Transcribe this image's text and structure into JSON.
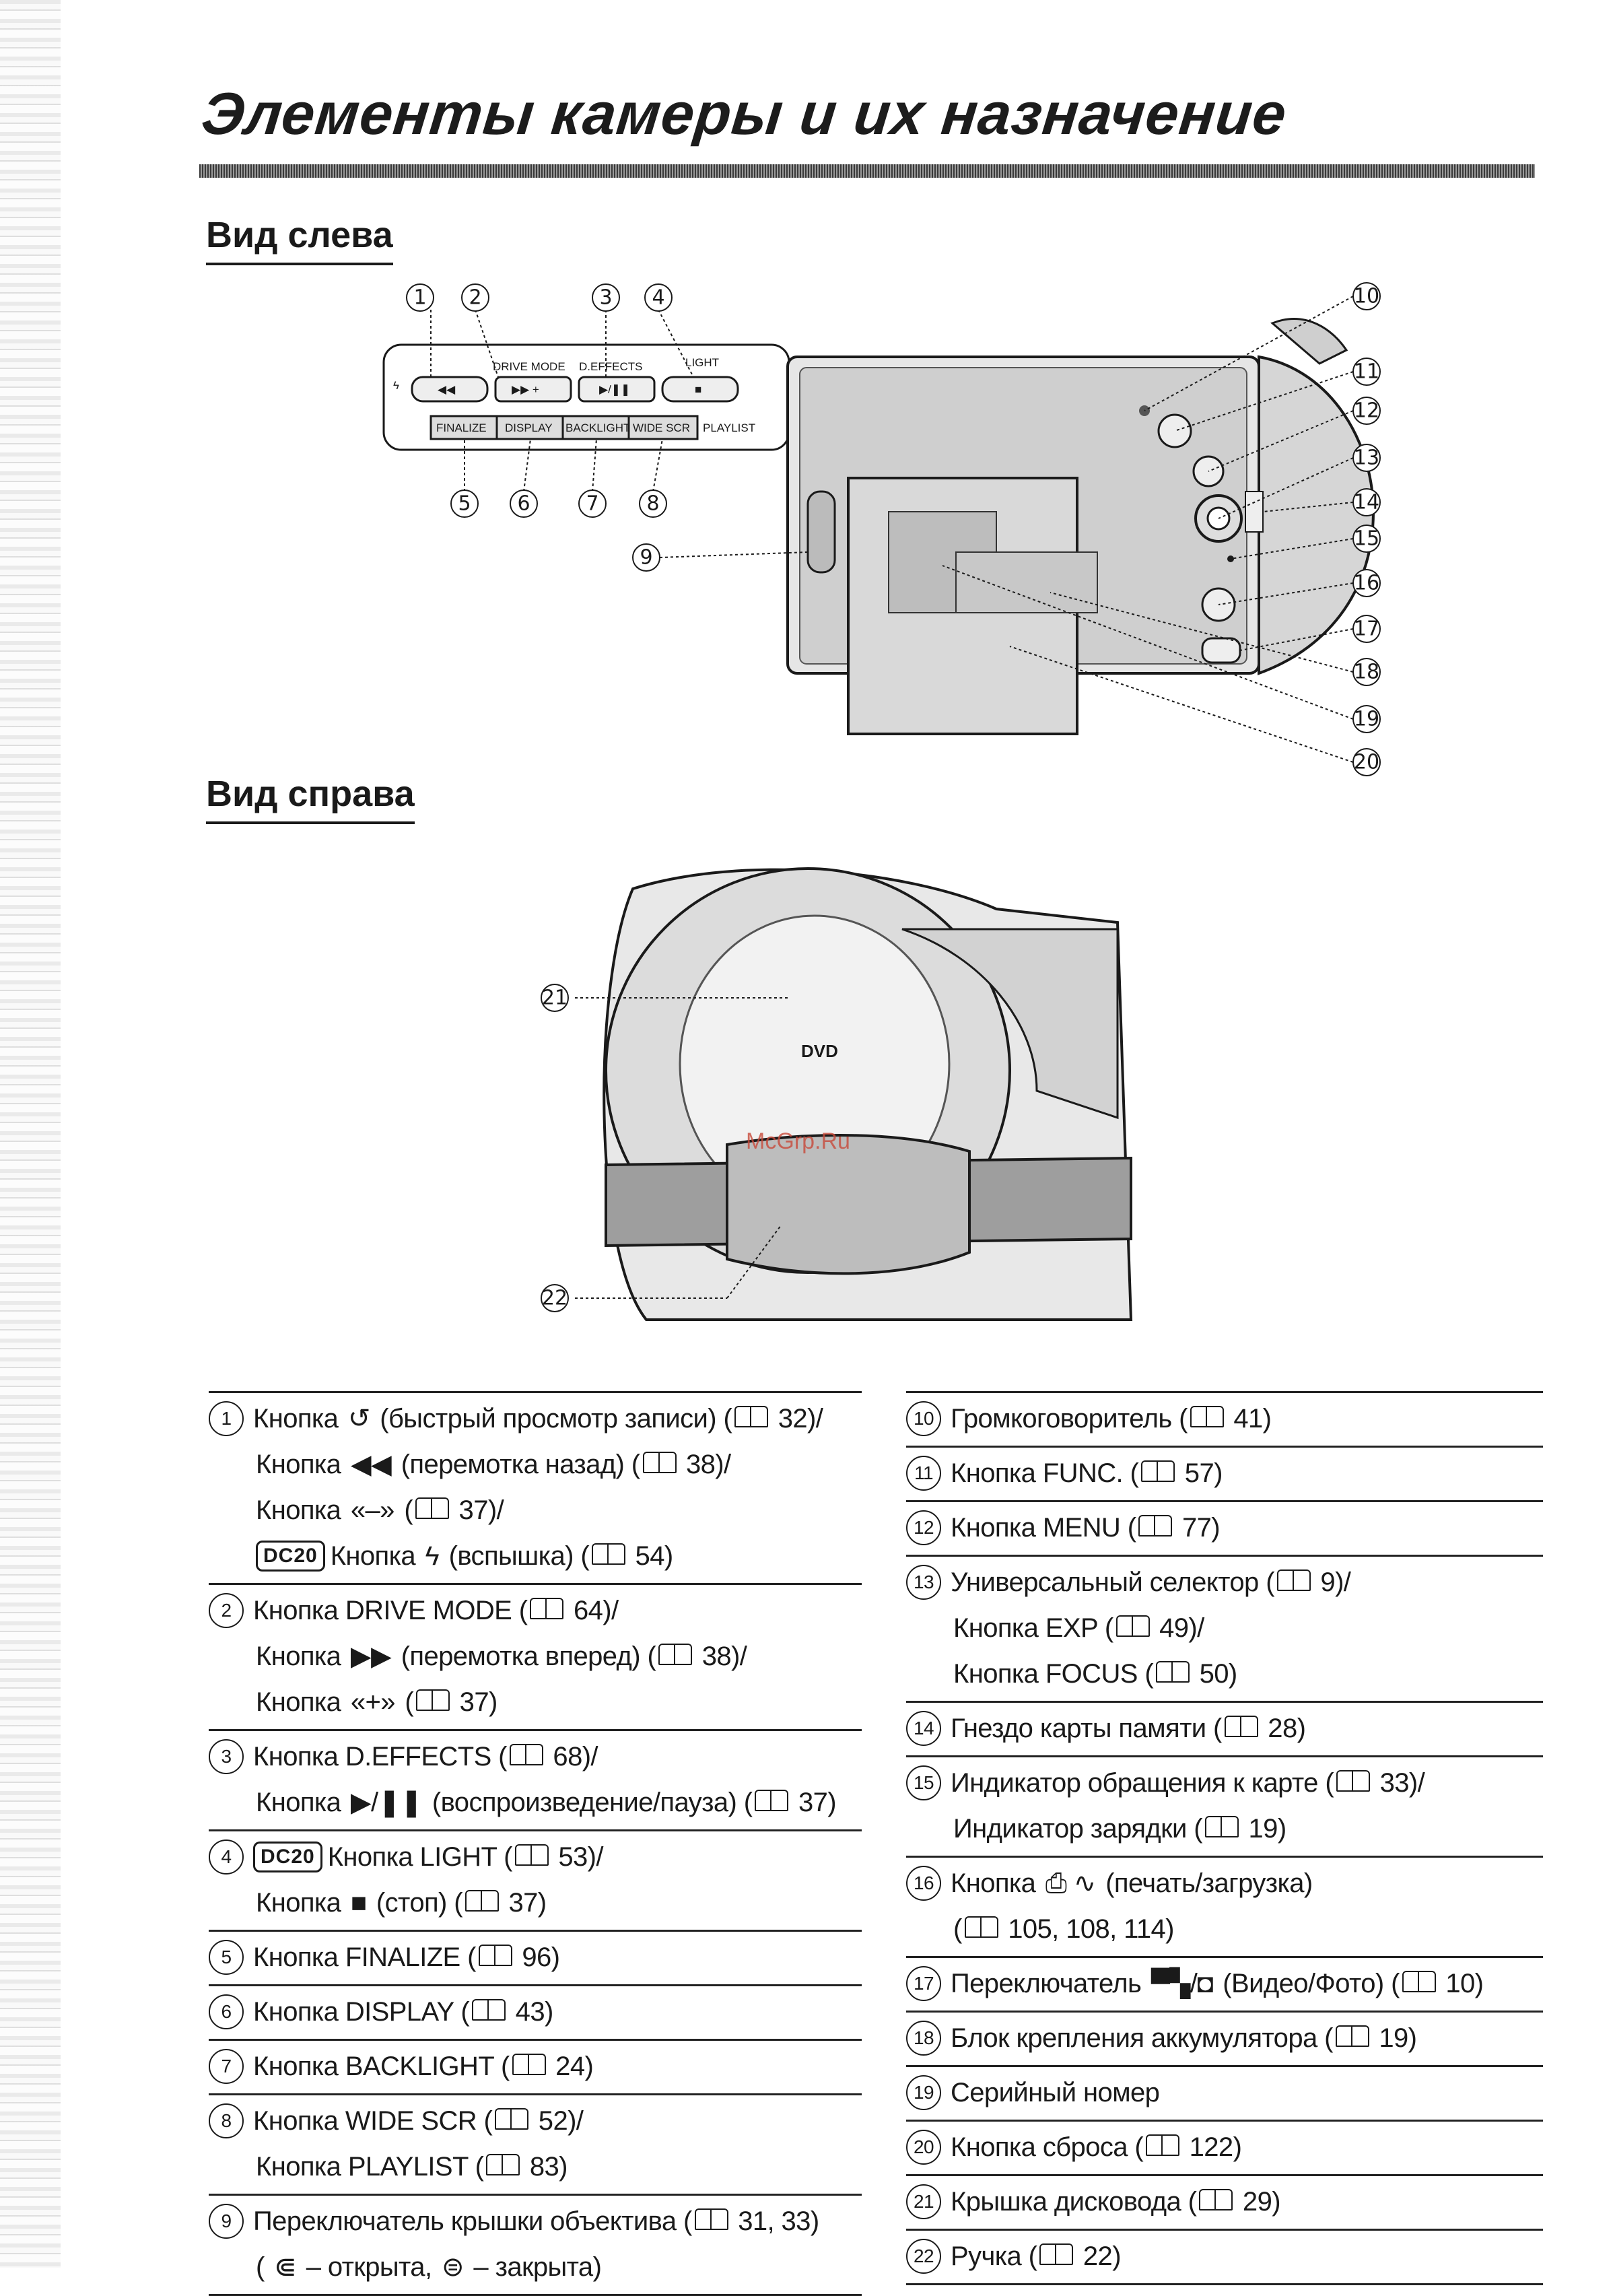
{
  "page": {
    "title": "Элементы камеры и их назначение",
    "watermark": "McGrp.Ru"
  },
  "sections": {
    "left_view": "Вид слева",
    "right_view": "Вид справа"
  },
  "diagram_left": {
    "callouts": [
      "1",
      "2",
      "3",
      "4",
      "5",
      "6",
      "7",
      "8",
      "9",
      "10",
      "11",
      "12",
      "13",
      "14",
      "15",
      "16",
      "17",
      "18",
      "19",
      "20"
    ],
    "panel_labels": {
      "drive_mode": "DRIVE MODE",
      "d_effects": "D.EFFECTS",
      "light": "LIGHT",
      "finalize": "FINALIZE",
      "display": "DISPLAY",
      "backlight": "BACKLIGHT",
      "wide_scr": "WIDE SCR",
      "playlist": "PLAYLIST"
    }
  },
  "diagram_right": {
    "callouts": [
      "21",
      "22"
    ],
    "disc_label": "DVD"
  },
  "legend_left": [
    {
      "num": "1",
      "lines": [
        {
          "pre": "Кнопка",
          "glyph": "↺",
          "text": "(быстрый просмотр записи) (",
          "ref": "32)/"
        },
        {
          "pre": "Кнопка",
          "glyph": "◀◀",
          "text": "(перемотка назад) (",
          "ref": "38)/"
        },
        {
          "pre": "Кнопка",
          "glyph": "«–»",
          "text": "(",
          "ref": "37)/"
        },
        {
          "badge": "DC20",
          "pre": "Кнопка",
          "glyph": "ϟ",
          "text": "(вспышка) (",
          "ref": "54)"
        }
      ]
    },
    {
      "num": "2",
      "lines": [
        {
          "pre": "Кнопка DRIVE MODE (",
          "ref": "64)/"
        },
        {
          "pre": "Кнопка",
          "glyph": "▶▶",
          "text": "(перемотка вперед) (",
          "ref": "38)/"
        },
        {
          "pre": "Кнопка",
          "glyph": "«+»",
          "text": "(",
          "ref": "37)"
        }
      ]
    },
    {
      "num": "3",
      "lines": [
        {
          "pre": "Кнопка D.EFFECTS (",
          "ref": "68)/"
        },
        {
          "pre": "Кнопка",
          "glyph": "▶/❚❚",
          "text": "(воспроизведение/пауза) (",
          "ref": "37)"
        }
      ]
    },
    {
      "num": "4",
      "lines": [
        {
          "badge": "DC20",
          "pre": "Кнопка LIGHT (",
          "ref": "53)/"
        },
        {
          "pre": "Кнопка",
          "glyph": "■",
          "text": "(стоп) (",
          "ref": "37)"
        }
      ]
    },
    {
      "num": "5",
      "lines": [
        {
          "pre": "Кнопка FINALIZE (",
          "ref": "96)"
        }
      ]
    },
    {
      "num": "6",
      "lines": [
        {
          "pre": "Кнопка DISPLAY (",
          "ref": "43)"
        }
      ]
    },
    {
      "num": "7",
      "lines": [
        {
          "pre": "Кнопка BACKLIGHT (",
          "ref": "24)"
        }
      ]
    },
    {
      "num": "8",
      "lines": [
        {
          "pre": "Кнопка WIDE SCR (",
          "ref": "52)/"
        },
        {
          "pre": "Кнопка PLAYLIST (",
          "ref": "83)"
        }
      ]
    },
    {
      "num": "9",
      "lines": [
        {
          "pre": "Переключатель крышки объектива (",
          "ref": "31, 33)"
        },
        {
          "pre": "(",
          "glyph": "⋐",
          "text": "– открыта,",
          "glyph2": "⊜",
          "text2": "– закрыта)"
        }
      ]
    }
  ],
  "legend_right": [
    {
      "num": "10",
      "lines": [
        {
          "pre": "Громкоговоритель (",
          "ref": "41)"
        }
      ]
    },
    {
      "num": "11",
      "lines": [
        {
          "pre": "Кнопка FUNC. (",
          "ref": "57)"
        }
      ]
    },
    {
      "num": "12",
      "lines": [
        {
          "pre": "Кнопка MENU (",
          "ref": "77)"
        }
      ]
    },
    {
      "num": "13",
      "lines": [
        {
          "pre": "Универсальный селектор (",
          "ref": "9)/"
        },
        {
          "pre": "Кнопка EXP (",
          "ref": "49)/"
        },
        {
          "pre": "Кнопка FOCUS (",
          "ref": "50)"
        }
      ]
    },
    {
      "num": "14",
      "lines": [
        {
          "pre": "Гнездо карты памяти (",
          "ref": "28)"
        }
      ]
    },
    {
      "num": "15",
      "lines": [
        {
          "pre": "Индикатор обращения к карте (",
          "ref": "33)/"
        },
        {
          "pre": "Индикатор зарядки (",
          "ref": "19)"
        }
      ]
    },
    {
      "num": "16",
      "lines": [
        {
          "pre": "Кнопка",
          "glyph": "⎙ ∿",
          "text": "(печать/загрузка)"
        },
        {
          "pre": "(",
          "ref": "105, 108, 114)"
        }
      ]
    },
    {
      "num": "17",
      "lines": [
        {
          "pre": "Переключатель",
          "glyph": "▀▚/◘",
          "text": "(Видео/Фото) (",
          "ref": "10)"
        }
      ]
    },
    {
      "num": "18",
      "lines": [
        {
          "pre": "Блок крепления аккумулятора (",
          "ref": "19)"
        }
      ]
    },
    {
      "num": "19",
      "lines": [
        {
          "pre": "Серийный номер"
        }
      ]
    },
    {
      "num": "20",
      "lines": [
        {
          "pre": "Кнопка сброса (",
          "ref": "122)"
        }
      ]
    },
    {
      "num": "21",
      "lines": [
        {
          "pre": "Крышка дисковода (",
          "ref": "29)"
        }
      ]
    },
    {
      "num": "22",
      "lines": [
        {
          "pre": "Ручка (",
          "ref": "22)"
        }
      ]
    }
  ]
}
